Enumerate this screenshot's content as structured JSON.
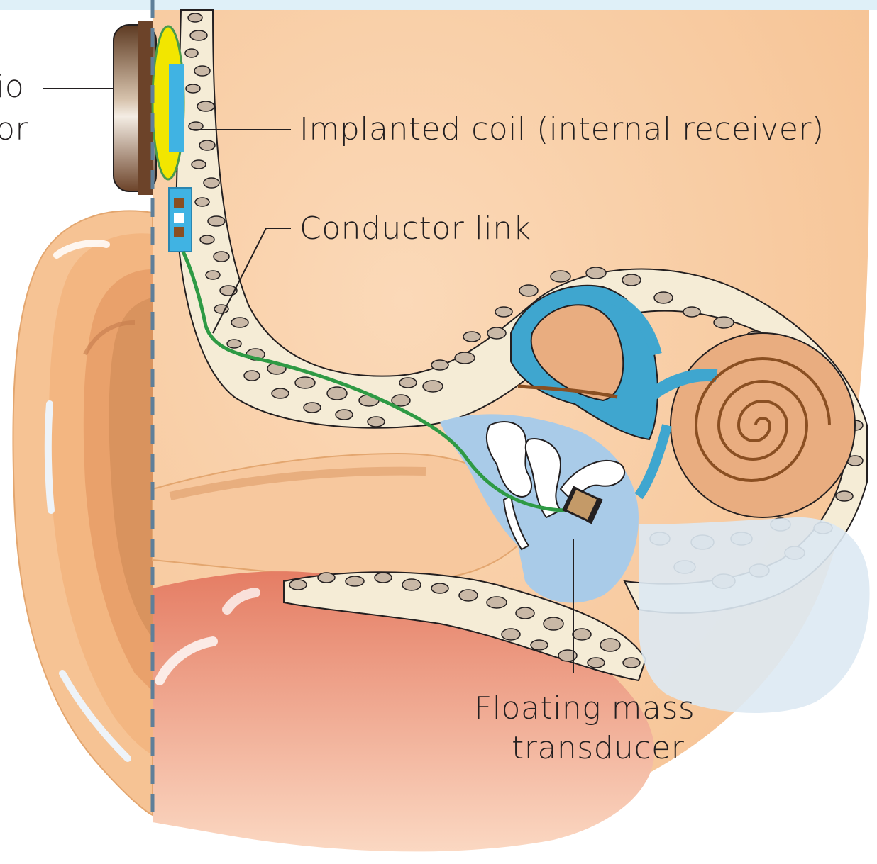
{
  "labels": {
    "processor_top": "io",
    "processor_bottom": "or",
    "implanted_coil": "Implanted coil (internal receiver)",
    "conductor_link": "Conductor link",
    "floating_mass_line1": "Floating mass",
    "floating_mass_line2": "transducer"
  },
  "colors": {
    "skin": "#f7c79a",
    "skin_light": "#fbdcbd",
    "bone_fill": "#f5ecd6",
    "bone_cell": "#c9b8a6",
    "middle_ear_blue": "#a9cbe8",
    "inner_ear_blue": "#3fa6cf",
    "canal_red": "#e98b74",
    "wire_green": "#2e9a44",
    "processor_brown": "#7a5234",
    "coil_yellow": "#f2e600",
    "top_band": "#dff0f8",
    "dashed_line": "#5f7f99"
  }
}
